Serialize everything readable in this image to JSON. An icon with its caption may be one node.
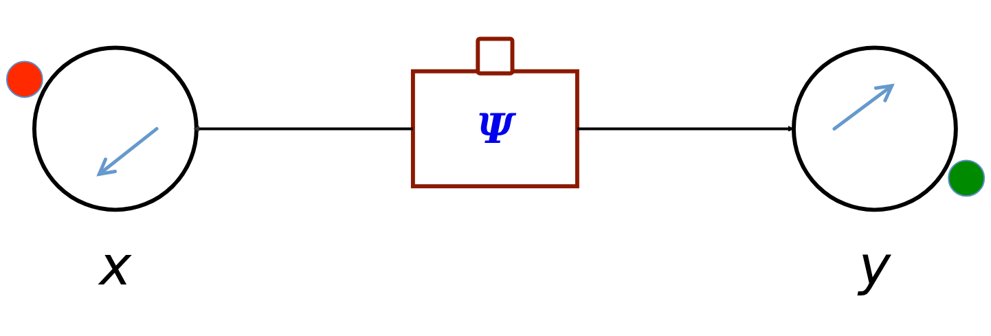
{
  "diagram": {
    "nodes": [
      {
        "text": [],
        "shape": "circle",
        "beside": [
          "x"
        ]
      },
      {
        "text": [
          "Ψ"
        ]
      },
      {
        "text": [],
        "shape": "circle",
        "beside": [
          "y"
        ]
      }
    ],
    "edges": [
      {
        "from": 1,
        "to": 0,
        "arrow": "to"
      },
      {
        "from": 1,
        "to": 2,
        "arrow": "to"
      }
    ]
  }
}
